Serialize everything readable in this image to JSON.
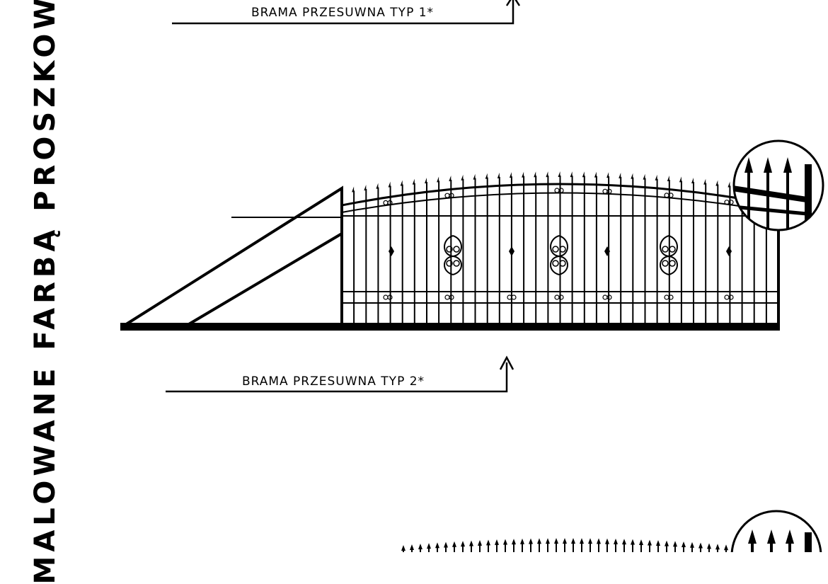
{
  "side_title": "MALOWANE FARBĄ PROSZKOWĄ",
  "labels": {
    "gate_type_1": "BRAMA PRZESUWNA TYP 1*",
    "gate_type_2": "BRAMA PRZESUWNA TYP 2*"
  },
  "colors": {
    "ink": "#000000",
    "paper": "#ffffff"
  }
}
